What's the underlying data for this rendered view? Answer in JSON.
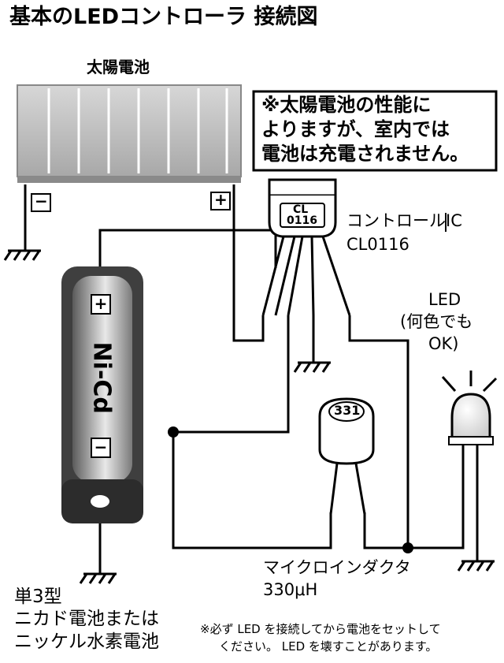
{
  "title": "基本のLEDコントローラ 接続図",
  "solar_panel": {
    "label": "太陽電池",
    "minus_terminal": "−",
    "plus_terminal": "+"
  },
  "note_box": {
    "lines": [
      "※太陽電池の性能に",
      "よりますが、室内では",
      "電池は充電されません。"
    ]
  },
  "ic": {
    "marking_line1": "CL",
    "marking_line2": "0116",
    "label_line1": "コントロールIC",
    "label_line2": "CL0116"
  },
  "battery": {
    "text": "Ni-Cd",
    "plus_mark": "+",
    "minus_mark": "−",
    "label_lines": [
      "単3型",
      "ニカド電池または",
      "ニッケル水素電池"
    ]
  },
  "inductor": {
    "marking": "331",
    "label_line1": "マイクロインダクタ",
    "label_line2": "330μH"
  },
  "led": {
    "label_lines": [
      "LED",
      "(何色でも",
      "OK)"
    ]
  },
  "warning": {
    "lines": [
      "※必ず LED を接続してから電池をセットして",
      "ください。 LED を壊すことがあります。"
    ]
  },
  "colors": {
    "wire": "#000000",
    "panel_face": "#b9b9b9",
    "battery_body": "#6e6e6e",
    "battery_cap": "#3a3a3a",
    "component_fill": "#ffffff"
  }
}
